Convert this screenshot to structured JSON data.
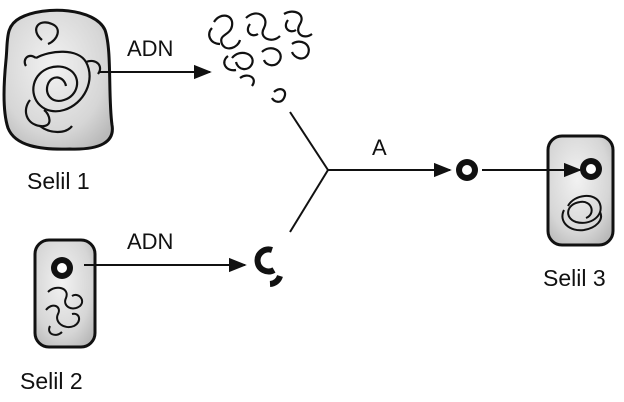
{
  "diagram": {
    "cells": [
      {
        "id": "cell1",
        "label": "Selil 1"
      },
      {
        "id": "cell2",
        "label": "Selil 2"
      },
      {
        "id": "cell3",
        "label": "Selil 3"
      }
    ],
    "arrows": [
      {
        "id": "arrow-cell1-adn",
        "label": "ADN"
      },
      {
        "id": "arrow-cell2-adn",
        "label": "ADN"
      },
      {
        "id": "arrow-combine",
        "label": "A"
      },
      {
        "id": "arrow-to-cell3",
        "label": ""
      }
    ],
    "colors": {
      "cell_fill": "#d9d9d9",
      "stroke": "#111111",
      "background": "#ffffff"
    }
  }
}
